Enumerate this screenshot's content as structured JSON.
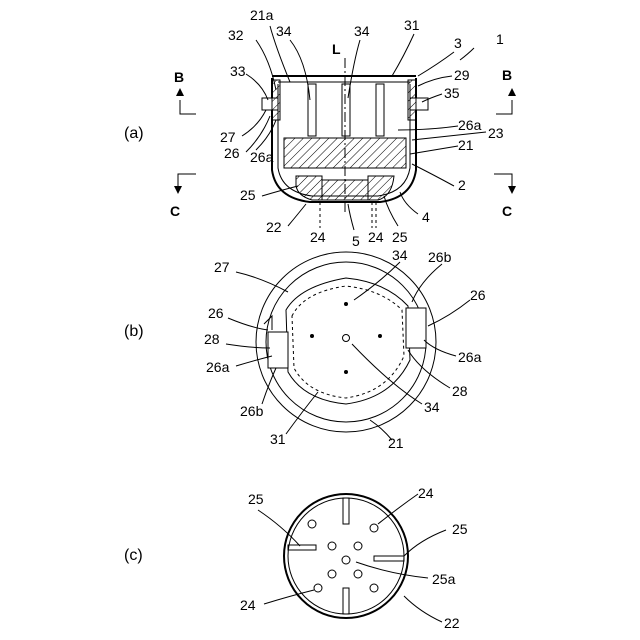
{
  "figure_labels": {
    "a": "(a)",
    "b": "(b)",
    "c": "(c)"
  },
  "section_marks": {
    "left_b": "B",
    "right_b": "B",
    "left_c": "C",
    "right_c": "C",
    "axis": "L"
  },
  "view_a": {
    "refs": {
      "r1": "1",
      "r3": "3",
      "r21a": "21a",
      "r32": "32",
      "r34_left": "34",
      "r34_right": "34",
      "r31": "31",
      "r29": "29",
      "r33": "33",
      "r35": "35",
      "r27": "27",
      "r26": "26",
      "r26a_left": "26a",
      "r26a_right": "26a",
      "r23": "23",
      "r21": "21",
      "r25_left": "25",
      "r2": "2",
      "r22": "22",
      "r4": "4",
      "r24_left": "24",
      "r5": "5",
      "r24_right": "24",
      "r25_right": "25"
    }
  },
  "view_b": {
    "refs": {
      "r27": "27",
      "r34_top": "34",
      "r26b_top": "26b",
      "r26_right": "26",
      "r26_left": "26",
      "r28_left": "28",
      "r26a_left": "26a",
      "r26a_right": "26a",
      "r28_right": "28",
      "r34_bottom": "34",
      "r26b_bottom": "26b",
      "r31": "31",
      "r21": "21"
    }
  },
  "view_c": {
    "refs": {
      "r25_left": "25",
      "r24_top": "24",
      "r25_right": "25",
      "r25a": "25a",
      "r24_bottom": "24",
      "r22": "22"
    }
  }
}
